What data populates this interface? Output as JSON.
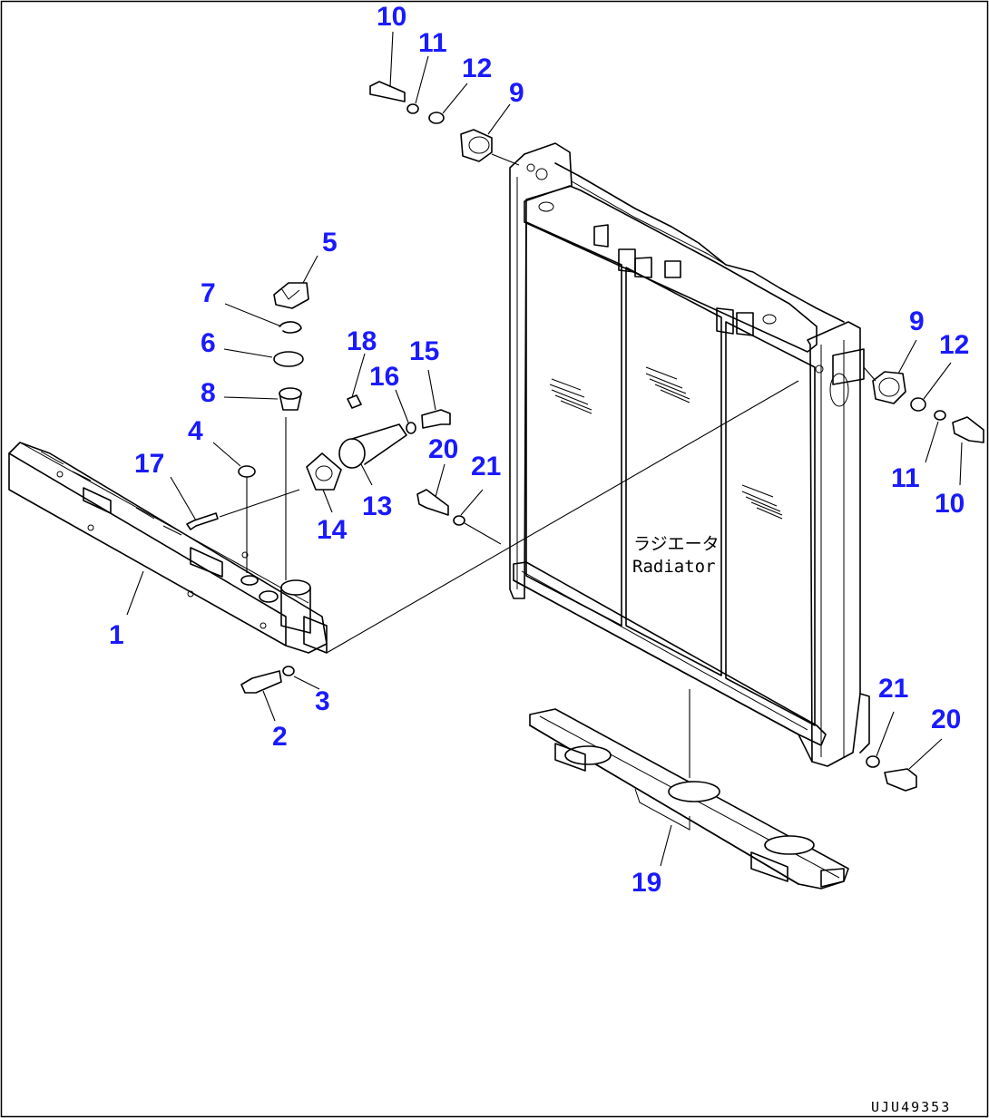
{
  "callouts": {
    "c10_top": "10",
    "c11_top": "11",
    "c12_top": "12",
    "c9_top": "9",
    "c5": "5",
    "c7": "7",
    "c6": "6",
    "c8": "8",
    "c4": "4",
    "c17": "17",
    "c18": "18",
    "c16": "16",
    "c15": "15",
    "c20_mid": "20",
    "c21_mid": "21",
    "c13": "13",
    "c14": "14",
    "c1": "1",
    "c3": "3",
    "c2": "2",
    "c9_right": "9",
    "c12_right": "12",
    "c11_right": "11",
    "c10_right": "10",
    "c21_right": "21",
    "c20_right": "20",
    "c19": "19"
  },
  "radiator_label": {
    "jp": "ラジエータ",
    "en": "Radiator"
  },
  "drawing_code": "UJU49353",
  "colors": {
    "callout": "#1a1aff",
    "line": "#000000",
    "background": "#ffffff"
  }
}
